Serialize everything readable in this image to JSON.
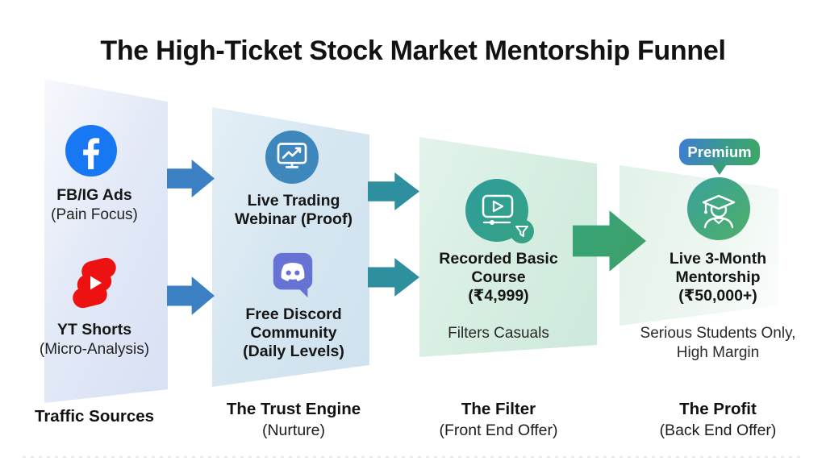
{
  "title": "The High-Ticket Stock Market Mentorship Funnel",
  "badge": "Premium",
  "colors": {
    "facebook_blue": "#1877f2",
    "shorts_red": "#ee1111",
    "webinar_blue": "#3d87bd",
    "discord_purple": "#6673d5",
    "course_teal": "#2d9c94",
    "mentorship_green_start": "#38a29b",
    "mentorship_green_end": "#4fae69",
    "arrow_blue": "#3a80c3",
    "arrow_teal": "#2e8f9e",
    "arrow_green": "#3aa26e",
    "badge_gradient_start": "#3e7cd6",
    "badge_gradient_end": "#3da865"
  },
  "stages": [
    {
      "label": "Traffic Sources",
      "sublabel": "",
      "items": [
        {
          "icon": "facebook-icon",
          "lines": [
            "FB/IG Ads",
            "(Pain Focus)"
          ]
        },
        {
          "icon": "youtube-shorts-icon",
          "lines": [
            "YT Shorts",
            "(Micro-Analysis)"
          ]
        }
      ]
    },
    {
      "label": "The Trust Engine",
      "sublabel": "(Nurture)",
      "items": [
        {
          "icon": "webinar-monitor-icon",
          "lines": [
            "Live Trading",
            "Webinar (Proof)"
          ]
        },
        {
          "icon": "discord-icon",
          "lines": [
            "Free Discord",
            "Community",
            "(Daily Levels)"
          ]
        }
      ]
    },
    {
      "label": "The Filter",
      "sublabel": "(Front End Offer)",
      "note": "Filters Casuals",
      "items": [
        {
          "icon": "video-course-filter-icon",
          "lines": [
            "Recorded Basic",
            "Course",
            "(₹4,999)"
          ]
        }
      ]
    },
    {
      "label": "The Profit",
      "sublabel": "(Back End Offer)",
      "note_lines": [
        "Serious Students Only,",
        "High Margin"
      ],
      "items": [
        {
          "icon": "graduate-cap-icon",
          "lines": [
            "Live 3-Month",
            "Mentorship",
            "(₹50,000+)"
          ]
        }
      ]
    }
  ]
}
